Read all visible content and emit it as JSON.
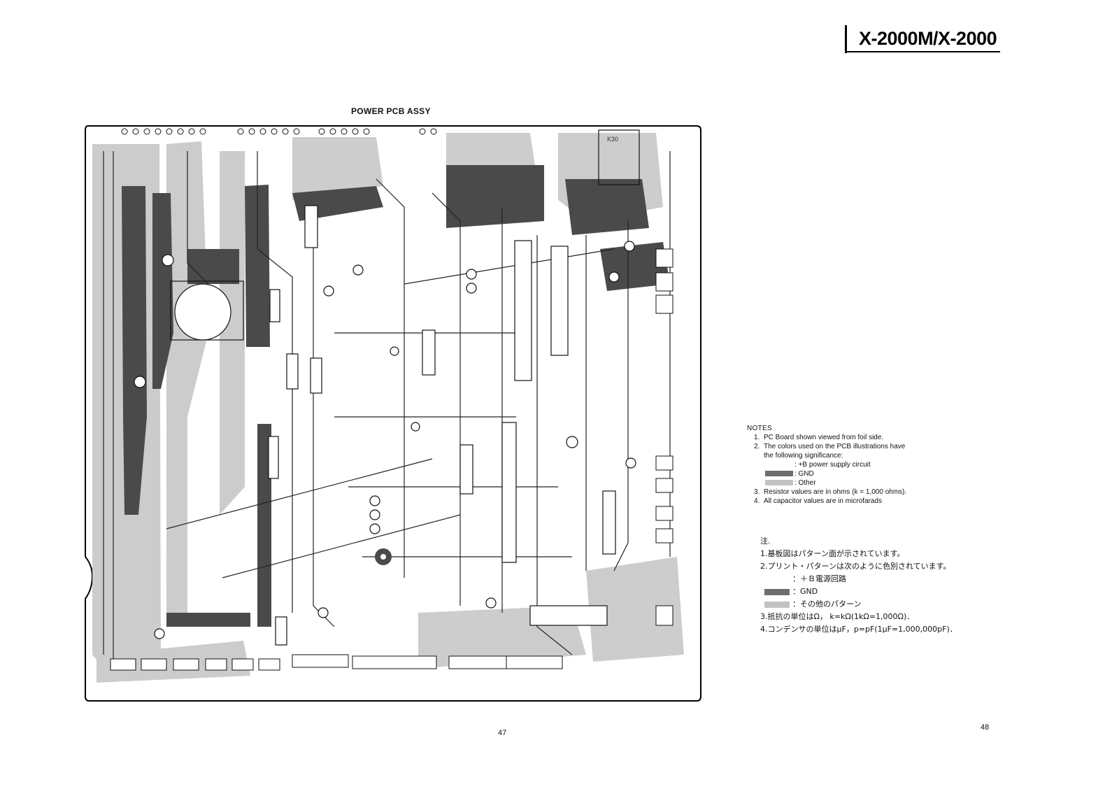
{
  "header": {
    "model": "X-2000M/X-2000"
  },
  "pcb": {
    "title": "POWER PCB ASSY",
    "label_k30": "K30",
    "colors": {
      "board": "#ffffff",
      "gnd": "#595959",
      "other": "#b4b4b4",
      "power": "#ffffff"
    }
  },
  "notes_en": {
    "heading": "NOTES",
    "items": [
      {
        "num": "1.",
        "text": "PC Board shown viewed from foil side."
      },
      {
        "num": "2.",
        "text": "The colors used on the PCB illustrations have"
      },
      {
        "num": "",
        "text": "the following significance:"
      },
      {
        "num": "3.",
        "text": "Resistor values are in ohms (k = 1,000 ohms)."
      },
      {
        "num": "4.",
        "text": "All capacitor values are in microfarads"
      }
    ],
    "legend": [
      {
        "label": ": +B power supply circuit",
        "color": "#ffffff"
      },
      {
        "label": ": GND",
        "color": "#6e6e6e"
      },
      {
        "label": ": Other",
        "color": "#c2c2c2"
      }
    ]
  },
  "notes_jp": {
    "heading": "注.",
    "items": [
      "1.基板図はパターン面が示されています。",
      "2.プリント・パターンは次のように色別されています。",
      "3.抵抗の単位はΩ， k=kΩ(1kΩ=1,000Ω)．",
      "4.コンデンサの単位はμF，p=pF(1μF=1,000,000pF)．"
    ],
    "legend": [
      {
        "label": "：＋Ｂ電源回路",
        "color": "#ffffff"
      },
      {
        "label": "：GND",
        "color": "#6e6e6e"
      },
      {
        "label": "：その他のパターン",
        "color": "#c2c2c2"
      }
    ]
  },
  "page_numbers": {
    "left": "47",
    "right": "48"
  }
}
